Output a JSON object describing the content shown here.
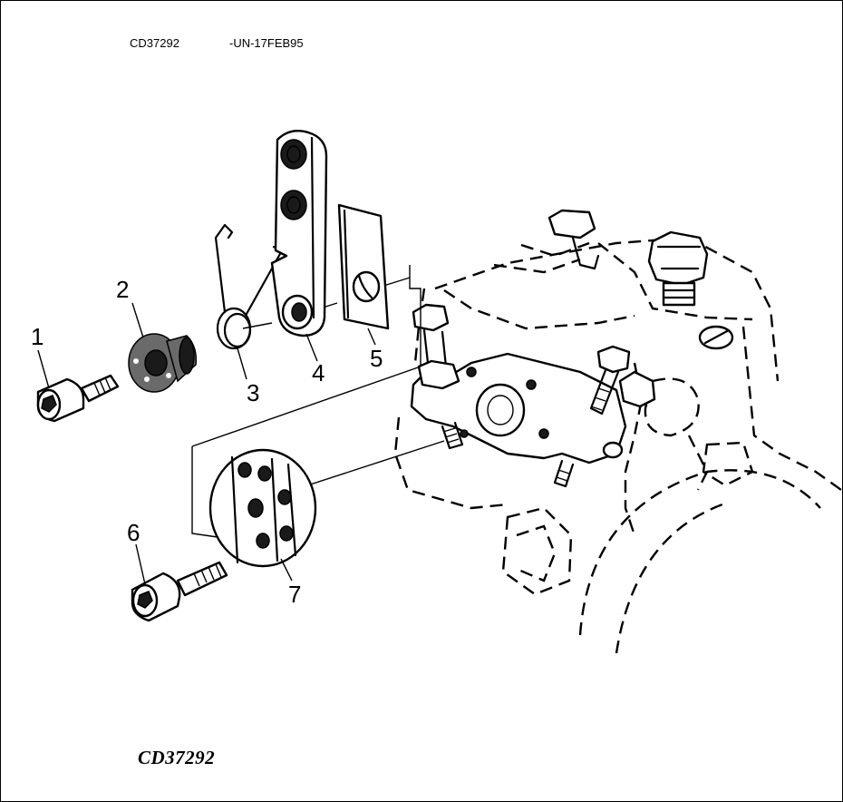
{
  "header": {
    "image_code": "CD37292",
    "revision_code": "-UN-17FEB95"
  },
  "footer": {
    "image_code": "CD37292"
  },
  "callouts": {
    "c1": "1",
    "c2": "2",
    "c3": "3",
    "c4": "4",
    "c5": "5",
    "c6": "6",
    "c7": "7"
  },
  "icons": {
    "cap-screw-1": "cap-screw-icon",
    "bushing-2": "bushing-icon",
    "spring-3": "torsion-spring-icon",
    "lever-4": "lever-icon",
    "plate-5": "plate-icon",
    "cap-screw-6": "cap-screw-icon",
    "cover-7": "cover-disc-icon",
    "pump-body": "injection-pump-body-icon"
  }
}
